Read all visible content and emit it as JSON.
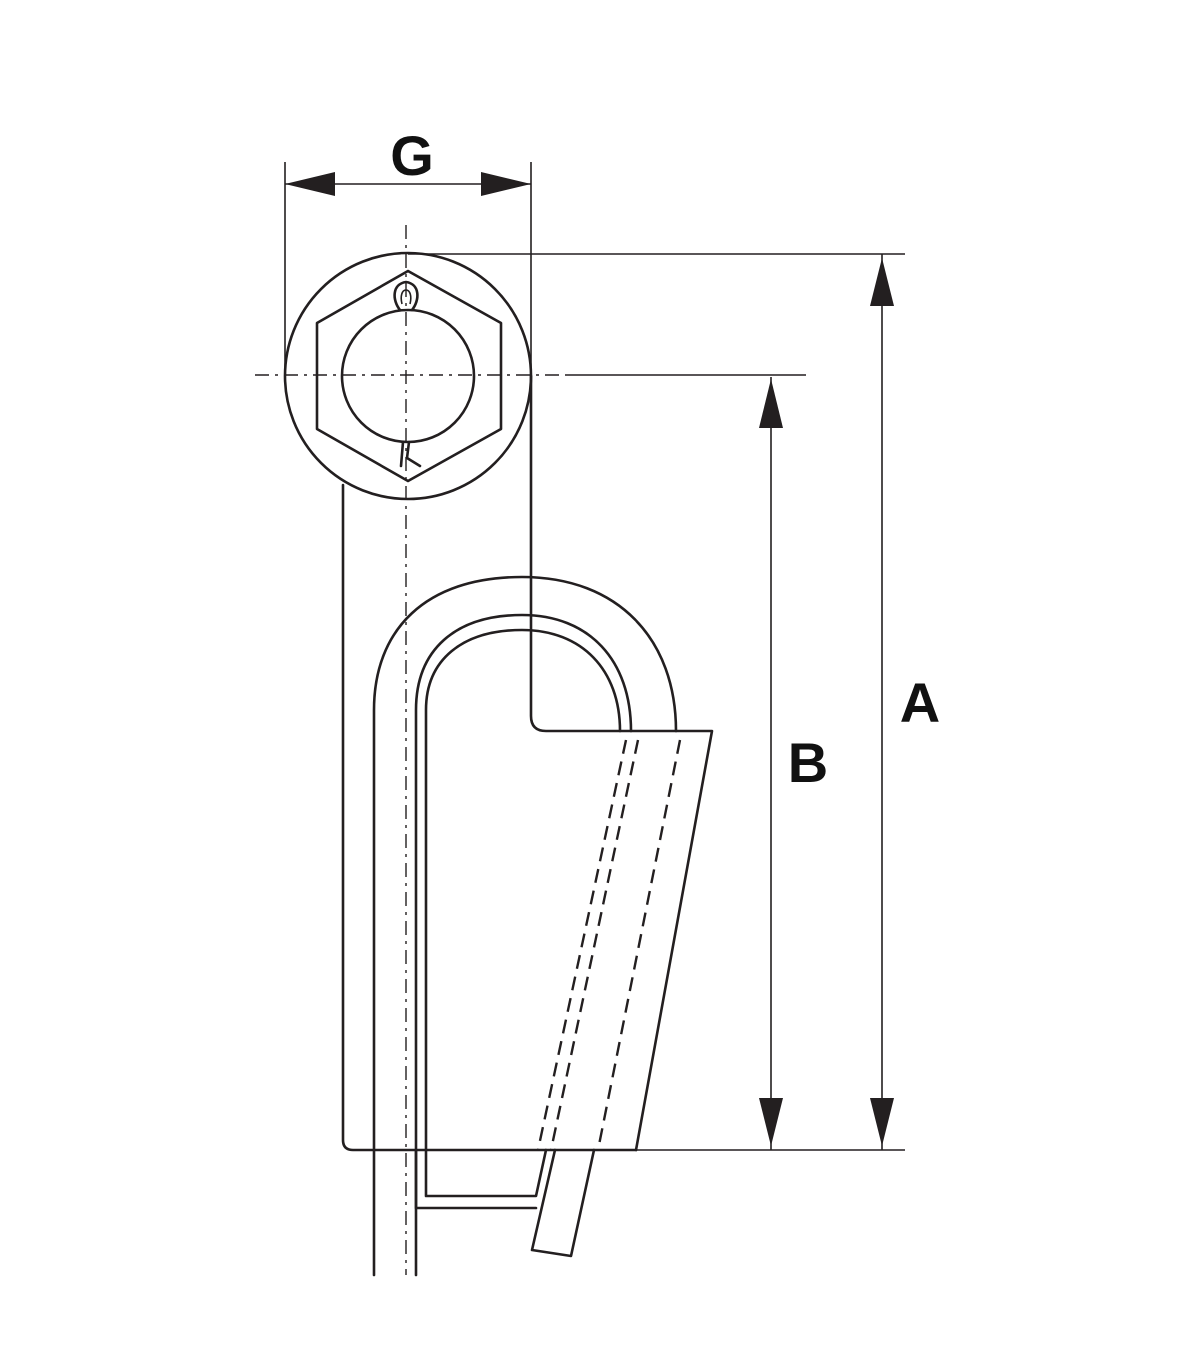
{
  "diagram": {
    "dimension_labels": {
      "g": "G",
      "a": "A",
      "b": "B"
    },
    "colors": {
      "line": "#231f20",
      "label": "#111111",
      "background": "#ffffff"
    }
  }
}
